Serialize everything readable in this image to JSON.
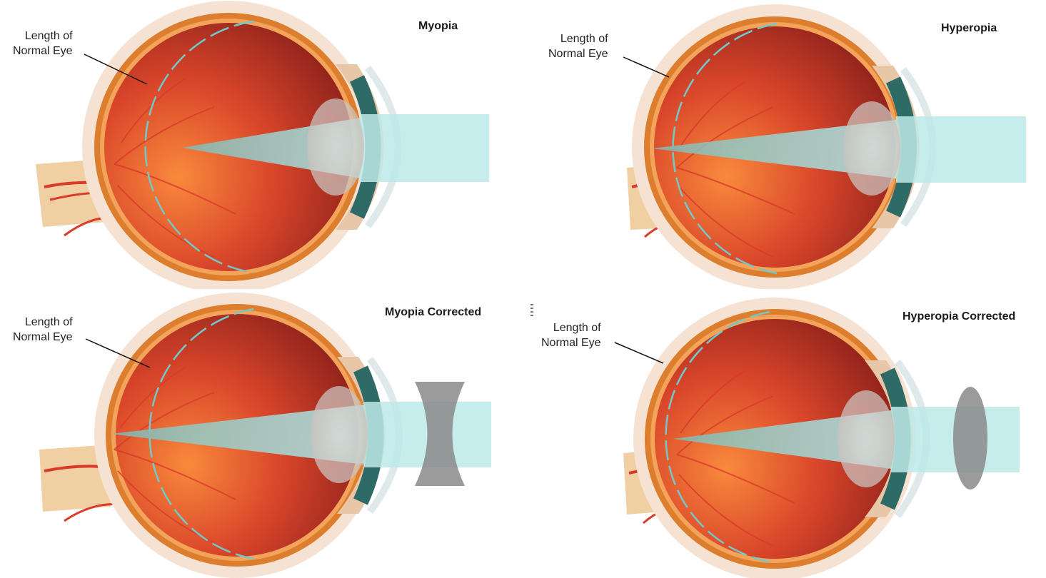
{
  "colors": {
    "eye_outer": "#f6e2d3",
    "sclera": "#dd7e2e",
    "choroid": "#f3a35a",
    "retina_light": "#ef7a3b",
    "retina_dark": "#8b1f1a",
    "vessel": "#d93a2a",
    "light_beam": "#a9e3e3",
    "dashed_outline": "#72c9c9",
    "corrective_lens": "#8a8a8a",
    "optic_nerve": "#f0cfa2"
  },
  "panels": [
    {
      "id": "myopia",
      "title": "Myopia",
      "callout": [
        "Length of",
        "Normal Eye"
      ],
      "lens_type": "none"
    },
    {
      "id": "hyperopia",
      "title": "Hyperopia",
      "callout": [
        "Length of",
        "Normal Eye"
      ],
      "lens_type": "none"
    },
    {
      "id": "myopia-corrected",
      "title": "Myopia Corrected",
      "callout": [
        "Length of",
        "Normal Eye"
      ],
      "lens_type": "concave"
    },
    {
      "id": "hyperopia-corrected",
      "title": "Hyperopia Corrected",
      "callout": [
        "Length of",
        "Normal Eye"
      ],
      "lens_type": "convex"
    }
  ]
}
